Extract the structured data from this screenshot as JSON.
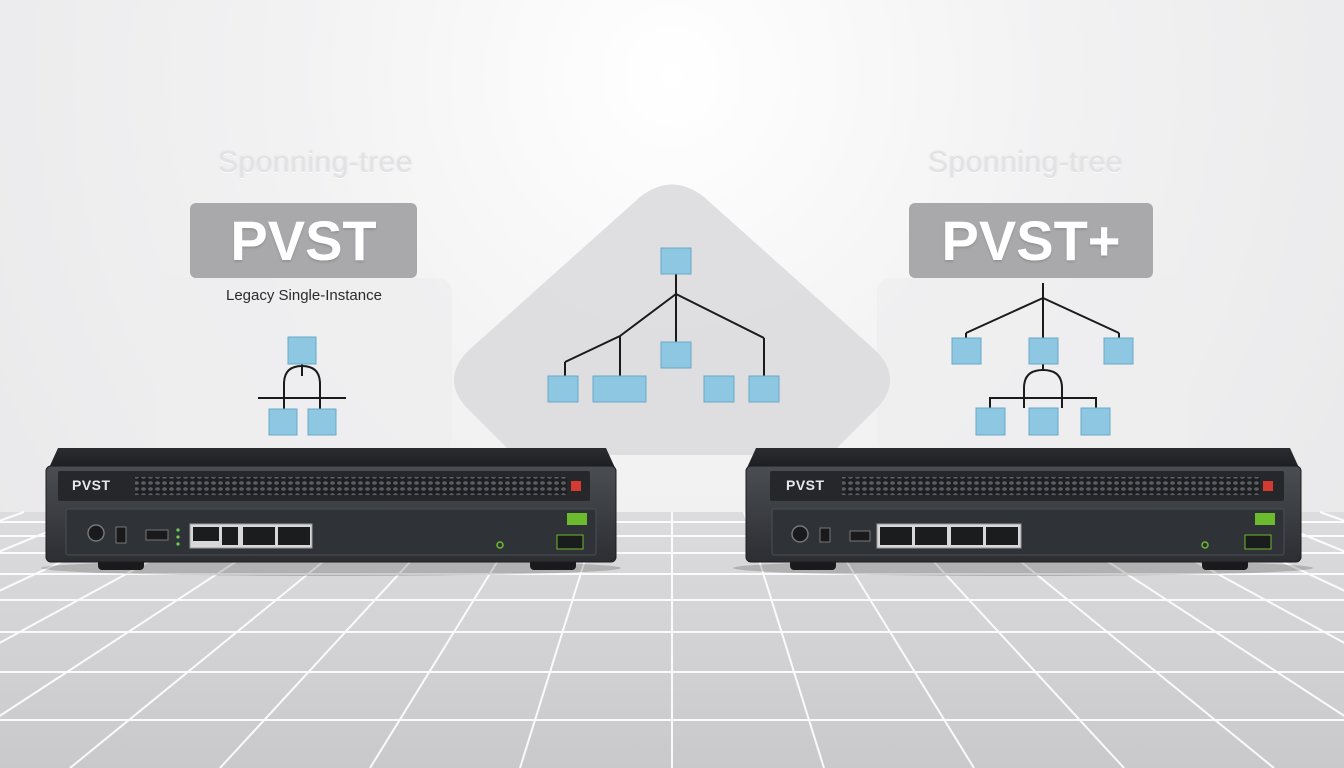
{
  "left_panel": {
    "subtitle": "Sponning-tree",
    "badge": "PVST",
    "caption": "Legacy Single-Instance",
    "switch_label": "PVST"
  },
  "right_panel": {
    "subtitle": "Sponning-tree",
    "badge": "PVST+",
    "switch_label": "PVST"
  },
  "colors": {
    "node_fill": "#8ec7e2",
    "node_stroke": "#6aa9c8",
    "badge_fill": "#a9a9ab",
    "switch_body": "#3c3f44",
    "floor_line": "#ffffff"
  }
}
